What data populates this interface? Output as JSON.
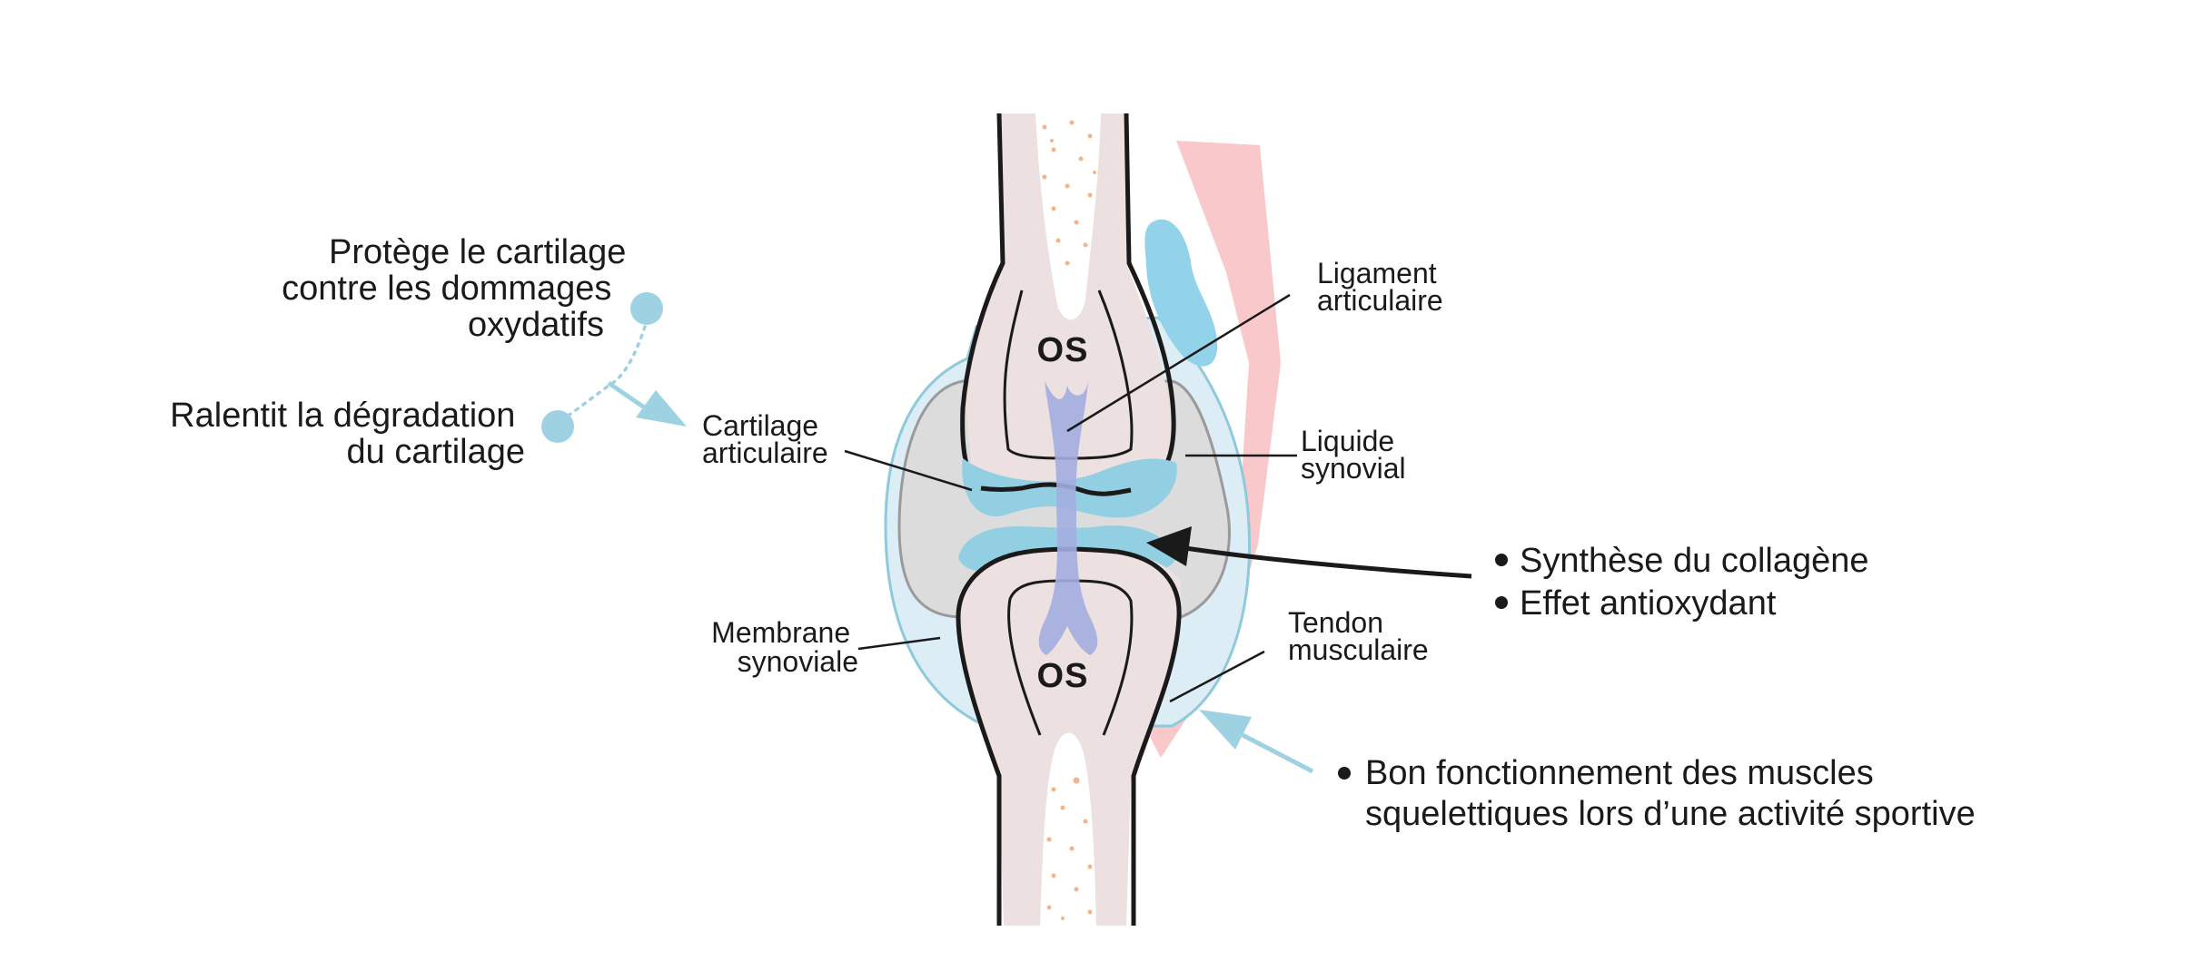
{
  "bone_labels": {
    "top": "OS",
    "bottom": "OS"
  },
  "anatomy": {
    "ligament": {
      "line1": "Ligament",
      "line2": "articulaire"
    },
    "liquid": {
      "line1": "Liquide",
      "line2": "synovial"
    },
    "cartilage": {
      "line1": "Cartilage",
      "line2": "articulaire"
    },
    "membrane": {
      "line1": "Membrane",
      "line2": "synoviale"
    },
    "tendon": {
      "line1": "Tendon",
      "line2": "musculaire"
    }
  },
  "left_effects": {
    "protect": {
      "line1": "Protège le cartilage",
      "line2": "contre les dommages",
      "line3": "oxydatifs"
    },
    "slow": {
      "line1": "Ralentit la dégradation",
      "line2": "du cartilage"
    }
  },
  "right_effects": {
    "bullet1": "Synthèse du collagène",
    "bullet2": "Effet antioxydant",
    "muscle_line1": "Bon fonctionnement des muscles",
    "muscle_line2": "squelettiques lors d’une activité sportive"
  },
  "colors": {
    "bone_fill": "#ece0e0",
    "marrow_dots": "#f2b48a",
    "capsule_fill": "#dcedf5",
    "capsule_stroke": "#8ec9dc",
    "synovial_gray": "#dcdcdc",
    "cartilage_blue": "#93cfe3",
    "ligament_purple": "#a3aedf",
    "tendon_pink": "#f8c8cb",
    "accent_dot": "#9ed2e2",
    "ink": "#1a1a1a"
  }
}
